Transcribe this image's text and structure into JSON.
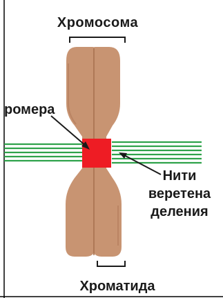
{
  "diagram": {
    "labels": {
      "chromosome": "Хромосома",
      "centromere": "ромера",
      "spindle_fibers": "Нити веретена деления",
      "chromatid": "Хроматида"
    },
    "colors": {
      "chromatid_fill": "#c89472",
      "chromatid_shadow": "#b07a5a",
      "centromere": "#ee1c24",
      "spindle_fibers": "#2ea24a",
      "label_text": "#1a1a1a",
      "frame": "#000000"
    }
  }
}
